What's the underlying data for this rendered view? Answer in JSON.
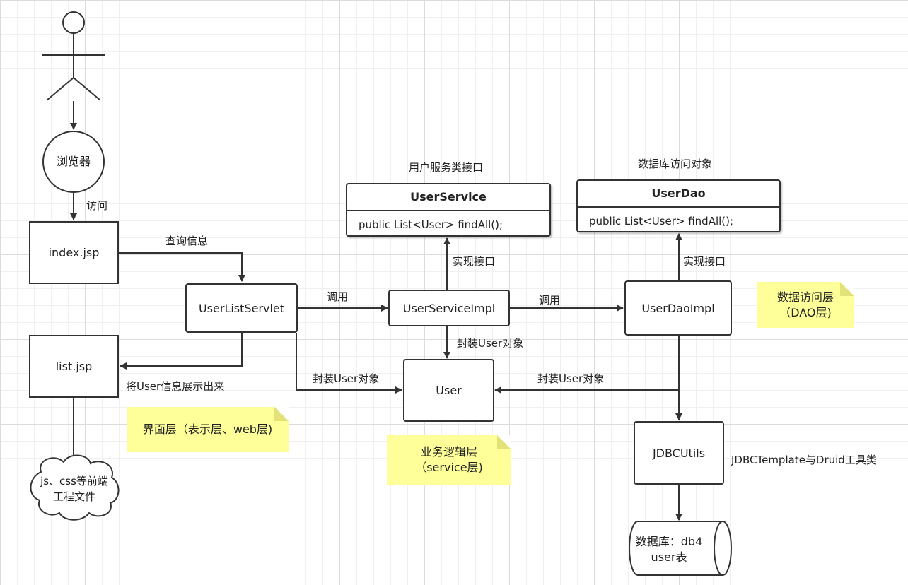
{
  "nodes": {
    "browser": "浏览器",
    "index": "index.jsp",
    "list": "list.jsp",
    "frontend_line1": "js、css等前端",
    "frontend_line2": "工程文件",
    "servlet": "UserListServlet",
    "service_impl": "UserServiceImpl",
    "user": "User",
    "dao_impl": "UserDaoImpl",
    "jdbc_utils": "JDBCUtils",
    "db_line1": "数据库：db4",
    "db_line2": "user表"
  },
  "classes": {
    "service": {
      "caption": "用户服务类接口",
      "name": "UserService",
      "method": "public List<User> findAll();"
    },
    "dao": {
      "caption": "数据库访问对象",
      "name": "UserDao",
      "method": "public List<User> findAll();"
    }
  },
  "edges": {
    "visit": "访问",
    "query": "查询信息",
    "invoke1": "调用",
    "invoke2": "调用",
    "implement1": "实现接口",
    "implement2": "实现接口",
    "wrap1": "封装User对象",
    "wrap2": "封装User对象",
    "wrap3": "封装User对象",
    "display": "将User信息展示出来",
    "jdbc_note": "JDBCTemplate与Druid工具类"
  },
  "notes": {
    "ui_layer": "界面层（表示层、web层)",
    "service_layer_1": "业务逻辑层",
    "service_layer_2": "（service层)",
    "dao_layer_1": "数据访问层",
    "dao_layer_2": "（DAO层)"
  },
  "colors": {
    "stroke": "#333333",
    "note": "#ffff99"
  }
}
